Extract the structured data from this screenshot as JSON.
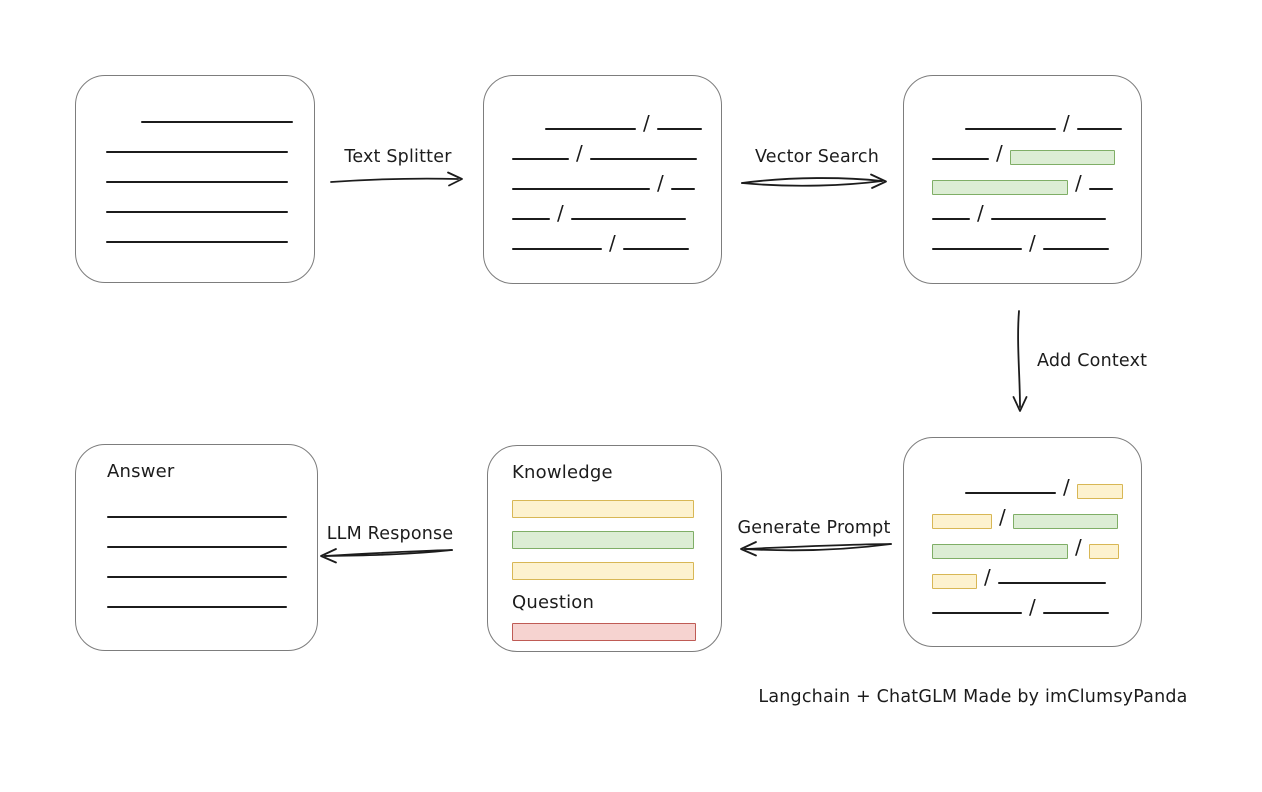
{
  "caption": "Langchain + ChatGLM Made by imClumsyPanda",
  "glyphs": {
    "slash": "/"
  },
  "colors": {
    "ink": "#1c1c1c",
    "box_border": "#7d7d7d",
    "green_fill": "#dcedd4",
    "green_border": "#7fae66",
    "yellow_fill": "#fdf2cf",
    "yellow_border": "#d8b755",
    "red_fill": "#f6d3d0",
    "red_border": "#bf5b55"
  },
  "arrows": {
    "text_splitter": {
      "label": "Text Splitter",
      "direction": "right"
    },
    "vector_search": {
      "label": "Vector Search",
      "direction": "right"
    },
    "add_context": {
      "label": "Add Context",
      "direction": "down"
    },
    "generate_prompt": {
      "label": "Generate Prompt",
      "direction": "left"
    },
    "llm_response": {
      "label": "LLM Response",
      "direction": "left"
    }
  },
  "nodes": {
    "document": {
      "rows": [
        [
          {
            "t": "gap",
            "w": 30
          },
          {
            "t": "line",
            "w": 152
          }
        ],
        [
          {
            "t": "line",
            "w": 182
          }
        ],
        [
          {
            "t": "line",
            "w": 182
          }
        ],
        [
          {
            "t": "line",
            "w": 182
          }
        ],
        [
          {
            "t": "line",
            "w": 182
          }
        ]
      ]
    },
    "split_text": {
      "rows": [
        [
          {
            "t": "gap",
            "w": 28
          },
          {
            "t": "line",
            "w": 91
          },
          {
            "t": "slash"
          },
          {
            "t": "line",
            "w": 45
          }
        ],
        [
          {
            "t": "line",
            "w": 57
          },
          {
            "t": "slash"
          },
          {
            "t": "line",
            "w": 107
          }
        ],
        [
          {
            "t": "line",
            "w": 138
          },
          {
            "t": "slash"
          },
          {
            "t": "line",
            "w": 24
          }
        ],
        [
          {
            "t": "line",
            "w": 38
          },
          {
            "t": "slash"
          },
          {
            "t": "line",
            "w": 115
          }
        ],
        [
          {
            "t": "line",
            "w": 90
          },
          {
            "t": "slash"
          },
          {
            "t": "line",
            "w": 66
          }
        ]
      ]
    },
    "vector_matches": {
      "rows": [
        [
          {
            "t": "gap",
            "w": 28
          },
          {
            "t": "line",
            "w": 91
          },
          {
            "t": "slash"
          },
          {
            "t": "line",
            "w": 45
          }
        ],
        [
          {
            "t": "line",
            "w": 57
          },
          {
            "t": "slash"
          },
          {
            "t": "bar",
            "c": "green",
            "w": 105
          }
        ],
        [
          {
            "t": "bar",
            "c": "green",
            "w": 136
          },
          {
            "t": "slash"
          },
          {
            "t": "line",
            "w": 24
          }
        ],
        [
          {
            "t": "line",
            "w": 38
          },
          {
            "t": "slash"
          },
          {
            "t": "line",
            "w": 115
          }
        ],
        [
          {
            "t": "line",
            "w": 90
          },
          {
            "t": "slash"
          },
          {
            "t": "line",
            "w": 66
          }
        ]
      ]
    },
    "context_chunks": {
      "rows": [
        [
          {
            "t": "gap",
            "w": 28
          },
          {
            "t": "line",
            "w": 91
          },
          {
            "t": "slash"
          },
          {
            "t": "bar",
            "c": "yellow",
            "w": 46
          }
        ],
        [
          {
            "t": "bar",
            "c": "yellow",
            "w": 60
          },
          {
            "t": "slash"
          },
          {
            "t": "bar",
            "c": "green",
            "w": 105
          }
        ],
        [
          {
            "t": "bar",
            "c": "green",
            "w": 136
          },
          {
            "t": "slash"
          },
          {
            "t": "bar",
            "c": "yellow",
            "w": 30
          }
        ],
        [
          {
            "t": "bar",
            "c": "yellow",
            "w": 45
          },
          {
            "t": "slash"
          },
          {
            "t": "line",
            "w": 108
          }
        ],
        [
          {
            "t": "line",
            "w": 90
          },
          {
            "t": "slash"
          },
          {
            "t": "line",
            "w": 66
          }
        ]
      ]
    },
    "prompt": {
      "knowledge_label": "Knowledge",
      "question_label": "Question",
      "knowledge_bars": [
        {
          "c": "yellow",
          "w": 182
        },
        {
          "c": "green",
          "w": 182
        },
        {
          "c": "yellow",
          "w": 182
        }
      ],
      "question_bars": [
        {
          "c": "red",
          "w": 184
        }
      ]
    },
    "answer": {
      "title": "Answer",
      "rows": [
        [
          {
            "t": "line",
            "w": 180
          }
        ],
        [
          {
            "t": "line",
            "w": 180
          }
        ],
        [
          {
            "t": "line",
            "w": 180
          }
        ],
        [
          {
            "t": "line",
            "w": 180
          }
        ]
      ]
    }
  }
}
